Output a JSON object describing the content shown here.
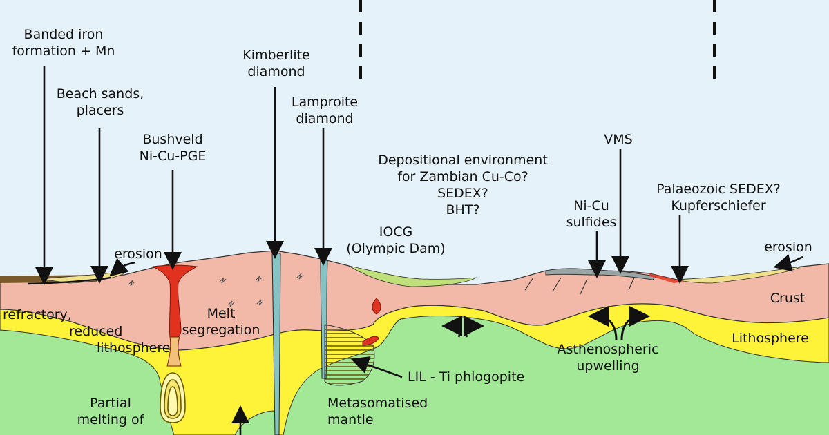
{
  "labels": {
    "banded_iron": [
      "Banded iron",
      "formation + Mn"
    ],
    "beach_sands": [
      "Beach sands,",
      "placers"
    ],
    "bushveld": [
      "Bushveld",
      "Ni-Cu-PGE"
    ],
    "kimberlite": [
      "Kimberlite",
      "diamond"
    ],
    "lamproite": [
      "Lamproite",
      "diamond"
    ],
    "zambian": [
      "Depositional environment",
      "for Zambian Cu-Co?",
      "SEDEX?",
      "BHT?"
    ],
    "vms": "VMS",
    "palaeozoic": [
      "Palaeozoic SEDEX?",
      "Kupferschiefer"
    ],
    "nicu": [
      "Ni-Cu",
      "sulfides"
    ],
    "iocg": [
      "IOCG",
      "(Olympic Dam)"
    ],
    "erosion_left": "erosion",
    "erosion_right": "erosion",
    "crust": "Crust",
    "refractory": [
      "refractory,",
      "reduced",
      "lithosphere"
    ],
    "melt_seg": [
      "Melt",
      "segregation"
    ],
    "lithosphere": "Lithosphere",
    "astheno": [
      "Asthenospheric",
      "upwelling"
    ],
    "lil": "LIL - Ti phlogopite",
    "metasomatised": [
      "Metasomatised",
      "mantle"
    ],
    "partial_melting": [
      "Partial",
      "melting of"
    ]
  },
  "colors": {
    "sky": "#e6f2f9",
    "crust": "#f2b9a8",
    "lithosphere": "#fff33a",
    "mantle": "#a2e896",
    "melt": "#e0321e",
    "sediment_yellow": "#f0e08a",
    "sediment_green": "#bfe07a",
    "kimberlite": "#86c3c4"
  }
}
